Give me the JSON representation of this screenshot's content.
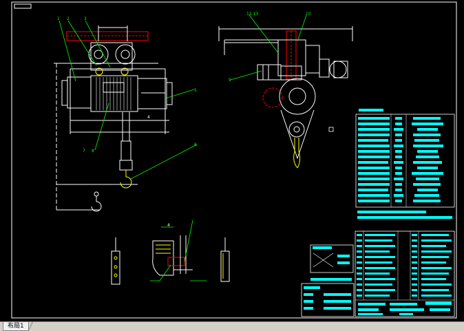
{
  "drawing": {
    "callouts": {
      "c1": "1",
      "c2": "2",
      "c3": "3",
      "c4": "4",
      "c5": "5",
      "c6": "6",
      "c7": "7",
      "c8": "8",
      "c9": "9",
      "c10": "10",
      "c1213": "12 13",
      "c14": "4"
    }
  },
  "colors": {
    "background": "#000000",
    "frame": "#ffffff",
    "table": "#00ffff",
    "callout": "#00ff00",
    "accent": "#ff0000",
    "hook": "#ffff00"
  },
  "statusbar": {
    "tab_label": "布局1"
  }
}
